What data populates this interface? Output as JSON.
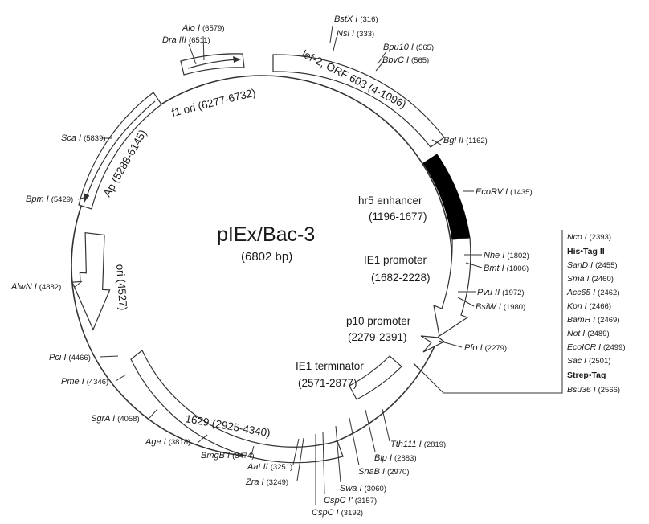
{
  "plasmid": {
    "name": "pIEx/Bac-3",
    "size": "(6802 bp)"
  },
  "features": {
    "lef2": "lef-2, ORF 603 (4-1096)",
    "f1ori": "f1 ori (6277-6732)",
    "ap": "Ap (5288-6145)",
    "ori": "ori (4527)",
    "orf1629": "1629 (2925-4340)",
    "hr5_name": "hr5 enhancer",
    "hr5_range": "(1196-1677)",
    "ie1p_name": "IE1 promoter",
    "ie1p_range": "(1682-2228)",
    "p10_name": "p10 promoter",
    "p10_range": "(2279-2391)",
    "ie1t_name": "IE1 terminator",
    "ie1t_range": "(2571-2877)"
  },
  "sites": [
    {
      "name": "BstX I",
      "pos": "(316)"
    },
    {
      "name": "Nsi I",
      "pos": "(333)"
    },
    {
      "name": "Bpu10 I",
      "pos": "(565)"
    },
    {
      "name": "BbvC I",
      "pos": "(565)"
    },
    {
      "name": "Bgl II",
      "pos": "(1162)"
    },
    {
      "name": "EcoRV I",
      "pos": "(1435)"
    },
    {
      "name": "Nhe I",
      "pos": "(1802)"
    },
    {
      "name": "Bmt I",
      "pos": "(1806)"
    },
    {
      "name": "Pvu II",
      "pos": "(1972)"
    },
    {
      "name": "BsiW I",
      "pos": "(1980)"
    },
    {
      "name": "Pfo I",
      "pos": "(2279)"
    },
    {
      "name": "Tth111 I",
      "pos": "(2819)"
    },
    {
      "name": "Blp I",
      "pos": "(2883)"
    },
    {
      "name": "SnaB I",
      "pos": "(2970)"
    },
    {
      "name": "Swa I",
      "pos": "(3060)"
    },
    {
      "name": "CspC I'",
      "pos": "(3157)"
    },
    {
      "name": "CspC I",
      "pos": "(3192)"
    },
    {
      "name": "Zra I",
      "pos": "(3249)"
    },
    {
      "name": "Aat II",
      "pos": "(3251)"
    },
    {
      "name": "BmgB I",
      "pos": "(3474)"
    },
    {
      "name": "Age I",
      "pos": "(3818)"
    },
    {
      "name": "SgrA I",
      "pos": "(4058)"
    },
    {
      "name": "Pme I",
      "pos": "(4346)"
    },
    {
      "name": "Pci I",
      "pos": "(4466)"
    },
    {
      "name": "AlwN I",
      "pos": "(4882)"
    },
    {
      "name": "Bpm I",
      "pos": "(5429)"
    },
    {
      "name": "Sca I",
      "pos": "(5839)"
    },
    {
      "name": "Dra III",
      "pos": "(6511)"
    },
    {
      "name": "Alo I",
      "pos": "(6579)"
    }
  ],
  "mcs": [
    {
      "name": "Nco I",
      "pos": "(2393)"
    },
    {
      "name": "His•Tag II",
      "pos": ""
    },
    {
      "name": "SanD I",
      "pos": "(2455)"
    },
    {
      "name": "Sma I",
      "pos": "(2460)"
    },
    {
      "name": "Acc65 I",
      "pos": "(2462)"
    },
    {
      "name": "Kpn I",
      "pos": "(2466)"
    },
    {
      "name": "BamH I",
      "pos": "(2469)"
    },
    {
      "name": "Not I",
      "pos": "(2489)"
    },
    {
      "name": "EcoICR I",
      "pos": "(2499)"
    },
    {
      "name": "Sac I",
      "pos": "(2501)"
    },
    {
      "name": "Strep•Tag",
      "pos": ""
    },
    {
      "name": "Bsu36 I",
      "pos": "(2566)"
    }
  ]
}
